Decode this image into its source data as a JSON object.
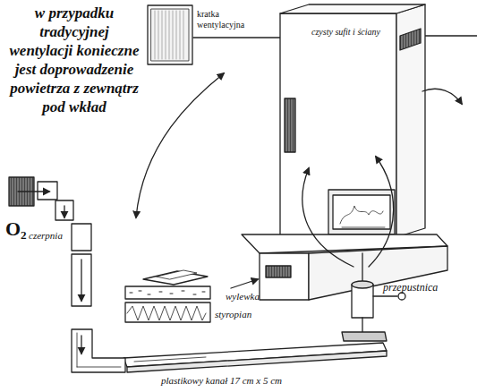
{
  "diagram": {
    "labels": [
      "w przypadku tradycyjnej wentylacji konieczne jest doprowadzenie powietrza z zewnątrz pod wkład",
      "kratka wentylacyjna",
      "czysty sufit i ściany",
      "O₂",
      "czerpnia",
      "wylewka",
      "styropian",
      "przepustnica",
      "plastikowy kanał 17 cm x 5 cm"
    ]
  }
}
